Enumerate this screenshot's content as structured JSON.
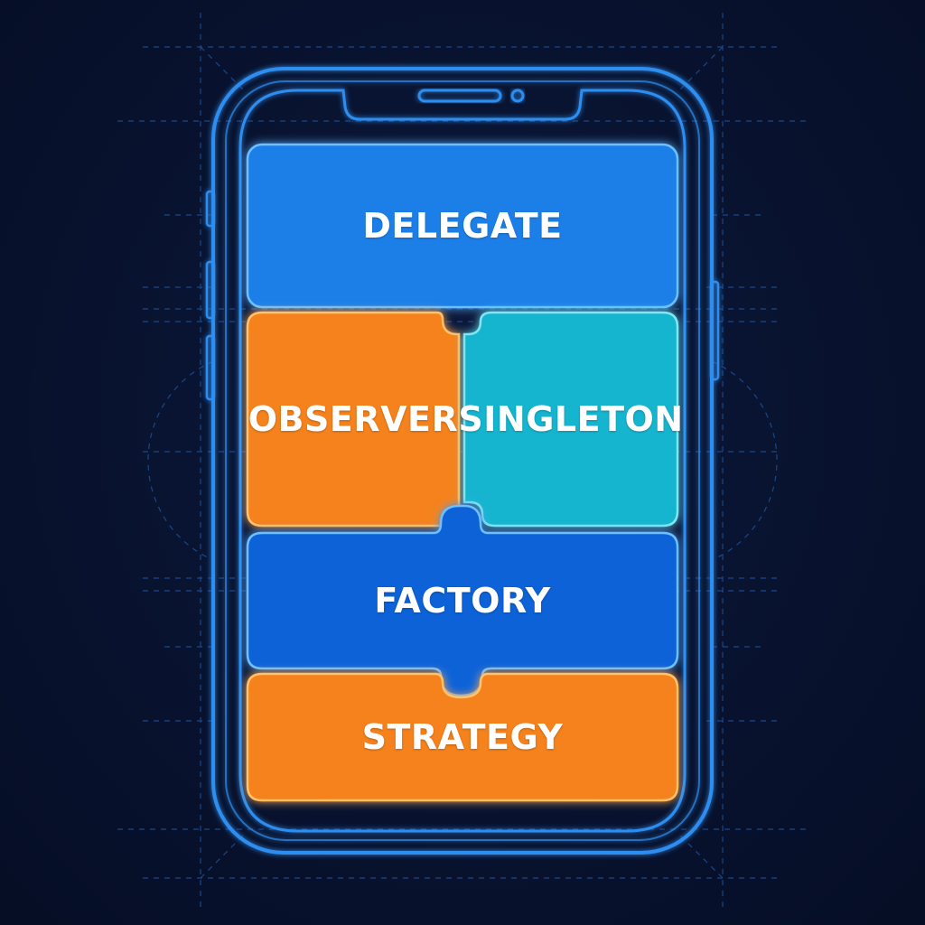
{
  "colors": {
    "background": "#08122e",
    "outline": "#2f8ef0",
    "grid": "#1f4f99",
    "blue_light": "#1a7fe8",
    "blue_dark": "#0f62d8",
    "orange": "#f5821f",
    "cyan": "#19b5cf",
    "outline_orange": "#ffc16a",
    "outline_cyan": "#7fe6f2",
    "outline_blue": "#6cc0ff"
  },
  "icons": {
    "speaker": "speaker-slot-icon",
    "camera": "front-camera-icon"
  },
  "blocks": {
    "delegate": {
      "label": "DELEGATE",
      "color": "blue_light"
    },
    "observer": {
      "label": "OBSERVER",
      "color": "orange"
    },
    "singleton": {
      "label": "SINGLETON",
      "color": "cyan"
    },
    "factory": {
      "label": "FACTORY",
      "color": "blue_dark"
    },
    "strategy": {
      "label": "STRATEGY",
      "color": "orange"
    }
  }
}
